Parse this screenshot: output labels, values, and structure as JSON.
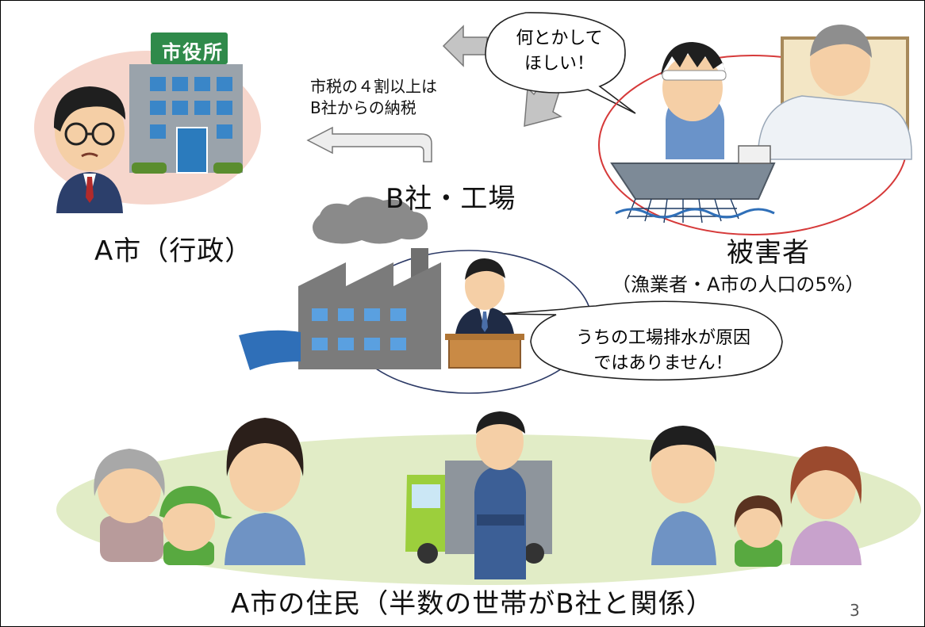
{
  "city": {
    "label": "A市（行政）",
    "building_sign": "市役所"
  },
  "company": {
    "label": "B社・工場"
  },
  "victims": {
    "label": "被害者",
    "sublabel": "（漁業者・A市の人口の5%）"
  },
  "residents": {
    "label": "A市の住民（半数の世帯がB社と関係）"
  },
  "tax_note": {
    "line1": "市税の４割以上は",
    "line2": "B社からの納税"
  },
  "victim_bubble": {
    "line1": "何とかして",
    "line2": "ほしい！"
  },
  "company_bubble": {
    "line1": "うちの工場排水が原因",
    "line2": "ではありません！"
  },
  "slide_number": "3",
  "colors": {
    "accent_red": "#d63a3a",
    "ellipse_pink": "#f6d6cc",
    "ground_green": "#e1ecc6",
    "factory_gray": "#7b7b7b",
    "water_blue": "#2f6fb8"
  }
}
